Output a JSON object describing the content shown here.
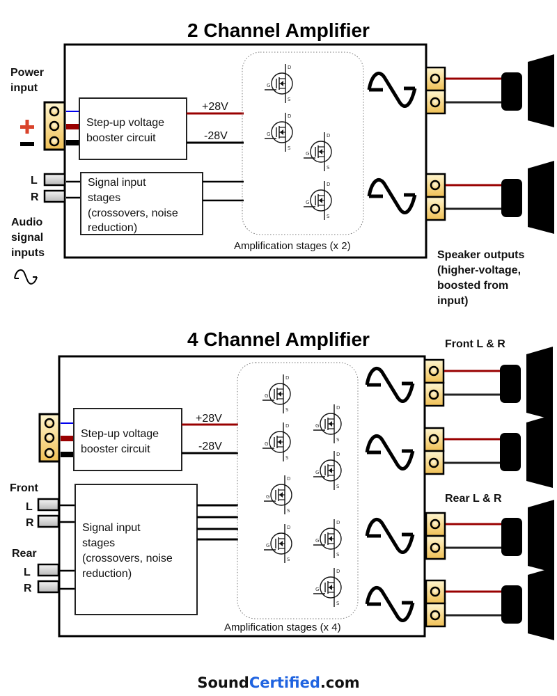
{
  "colors": {
    "positive_wire": "#990000",
    "negative_wire": "#000000",
    "ground_wire": "#0000ee",
    "terminal_fill_top": "#fff3c4",
    "terminal_fill_bottom": "#f2c25a",
    "plus_sign": "#d9432b",
    "brand_accent": "#1f63e0",
    "outline": "#000000"
  },
  "two_channel": {
    "title": "2 Channel Amplifier",
    "power_input_label": [
      "Power",
      "input"
    ],
    "plus_symbol": "+",
    "minus_symbol": "−",
    "booster": {
      "lines": [
        "Step-up voltage",
        "booster circuit"
      ]
    },
    "rail_positive": "+28V",
    "rail_negative": "-28V",
    "audio_inputs": [
      {
        "label": "L"
      },
      {
        "label": "R"
      }
    ],
    "audio_inputs_label": [
      "Audio",
      "signal",
      "inputs"
    ],
    "signal_stage": {
      "lines": [
        "Signal input",
        "stages",
        "(crossovers, noise",
        "reduction)"
      ]
    },
    "amp_stage_label": "Amplification stages (x 2)",
    "transistor_pins": {
      "gate": "G",
      "drain": "D",
      "source": "S"
    },
    "speaker_outputs_label": [
      "Speaker outputs",
      "(higher-voltage,",
      "boosted from",
      "input)"
    ],
    "channels": 2
  },
  "four_channel": {
    "title": "4 Channel Amplifier",
    "booster": {
      "lines": [
        "Step-up voltage",
        "booster circuit"
      ]
    },
    "rail_positive": "+28V",
    "rail_negative": "-28V",
    "front_label": "Front",
    "rear_label": "Rear",
    "audio_inputs": [
      {
        "group": "Front",
        "label": "L"
      },
      {
        "group": "Front",
        "label": "R"
      },
      {
        "group": "Rear",
        "label": "L"
      },
      {
        "group": "Rear",
        "label": "R"
      }
    ],
    "signal_stage": {
      "lines": [
        "Signal input",
        "stages",
        "(crossovers, noise",
        "reduction)"
      ]
    },
    "amp_stage_label": "Amplification stages (x 4)",
    "front_outputs_label": "Front L & R",
    "rear_outputs_label": "Rear L & R",
    "channels": 4
  },
  "brand": {
    "part1": "Sound",
    "part2": "Certified",
    "part3": ".com"
  }
}
